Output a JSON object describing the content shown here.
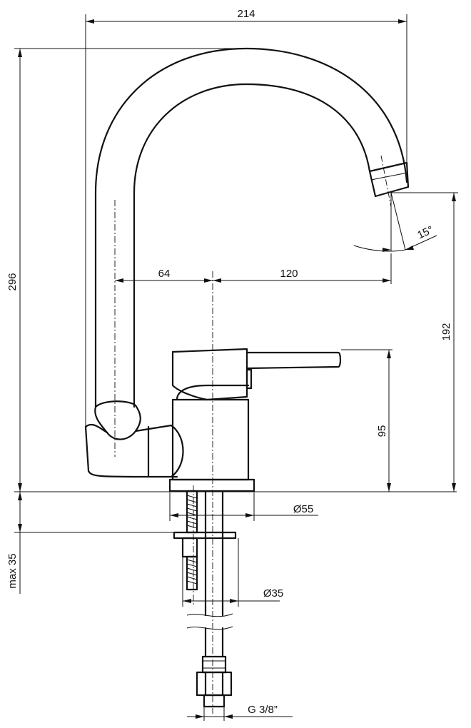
{
  "drawing": {
    "dimensions": {
      "overall_width": "214",
      "overall_height": "296",
      "spout_height": "192",
      "spout_angle": "15°",
      "column_offset": "64",
      "spout_reach": "120",
      "lever_height": "95",
      "base_diameter": "Ø55",
      "hole_diameter": "Ø35",
      "deck_thickness": "max 35",
      "connection_thread": "G 3/8”"
    },
    "colors": {
      "line": "#111111",
      "background": "#ffffff"
    }
  }
}
